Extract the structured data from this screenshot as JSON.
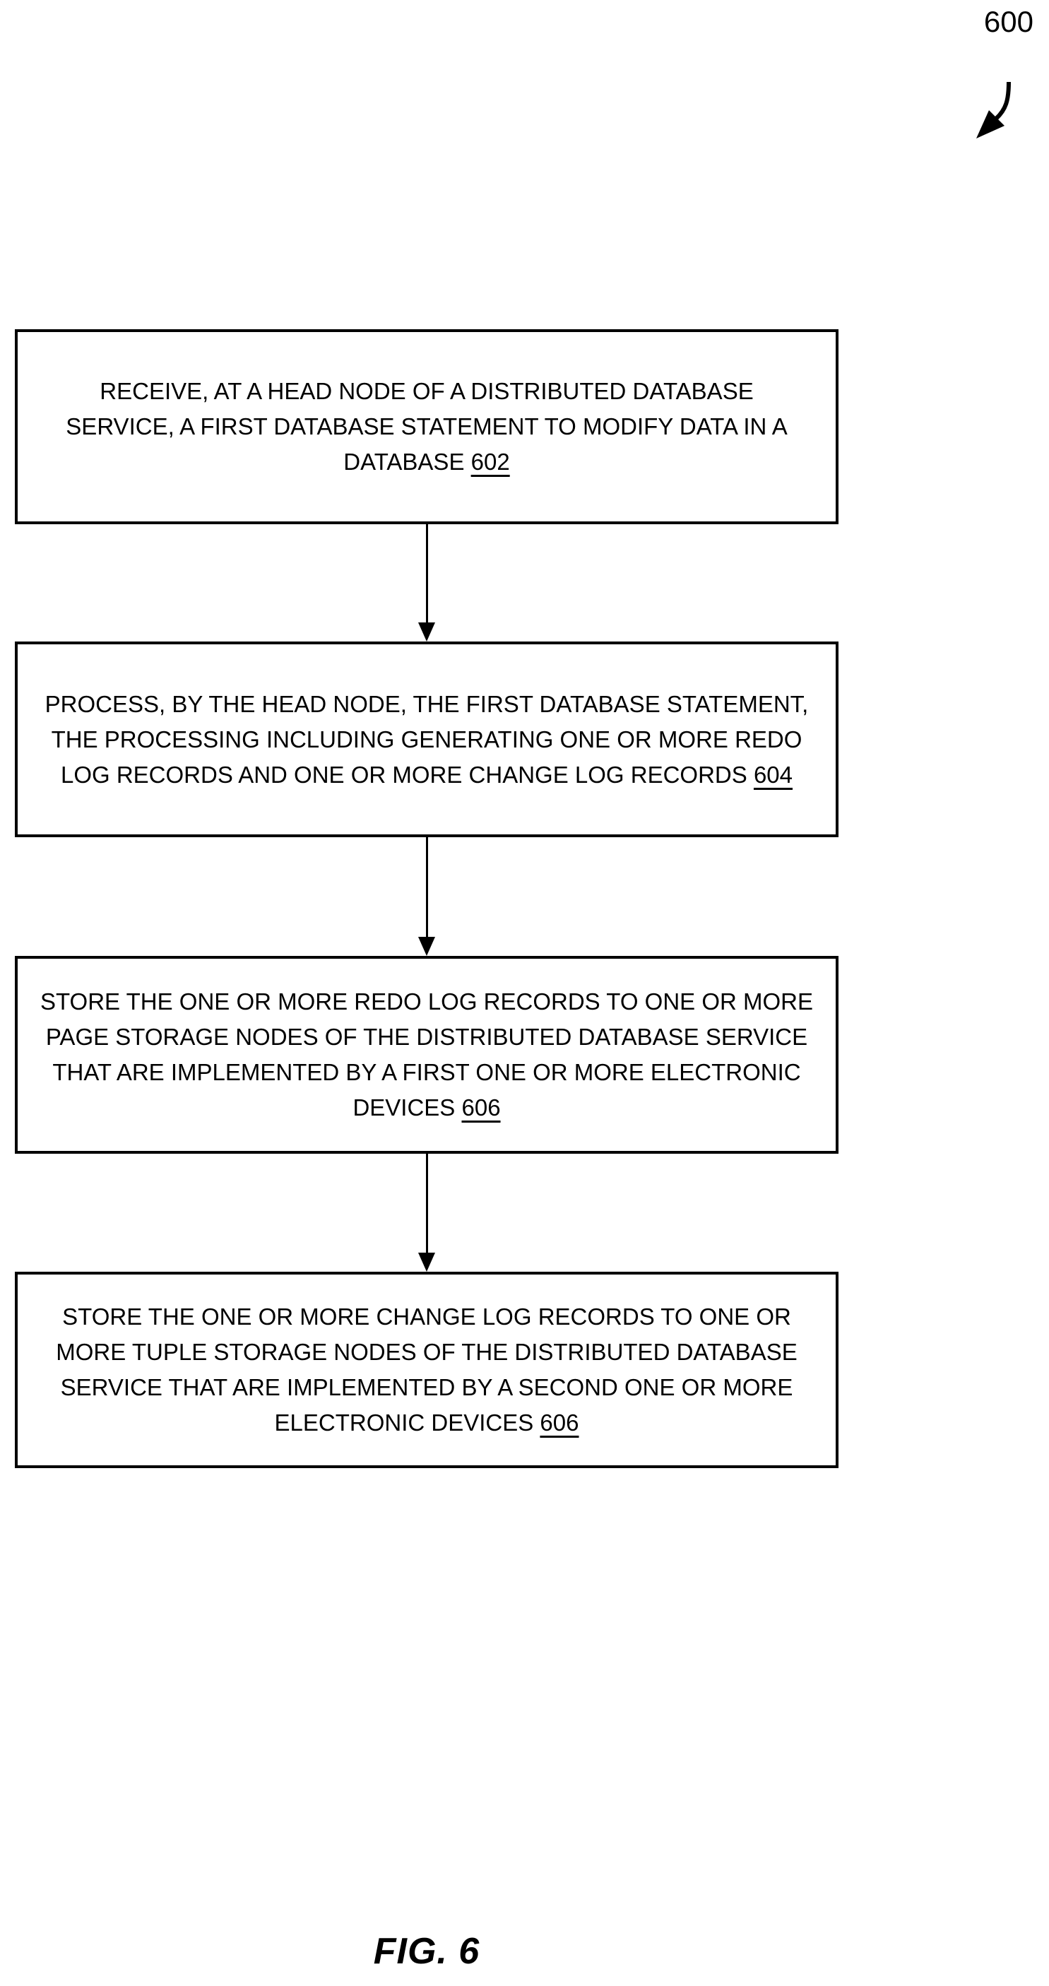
{
  "figure": {
    "reference_label": "600",
    "caption": "FIG. 6"
  },
  "flowchart": {
    "colors": {
      "line": "#000000",
      "background": "#ffffff",
      "text": "#000000"
    },
    "boxes": [
      {
        "lines": [
          "RECEIVE, AT A HEAD NODE OF A DISTRIBUTED DATABASE",
          "SERVICE, A FIRST DATABASE STATEMENT TO MODIFY DATA IN A",
          "DATABASE"
        ],
        "ref": "602"
      },
      {
        "lines": [
          "PROCESS, BY THE HEAD NODE, THE FIRST DATABASE STATEMENT,",
          "THE PROCESSING INCLUDING GENERATING ONE OR MORE REDO",
          "LOG RECORDS AND ONE OR MORE CHANGE LOG RECORDS"
        ],
        "ref": "604"
      },
      {
        "lines": [
          "STORE THE ONE OR MORE REDO LOG RECORDS TO ONE OR MORE",
          "PAGE STORAGE NODES OF THE DISTRIBUTED DATABASE SERVICE",
          "THAT ARE IMPLEMENTED BY A FIRST ONE OR MORE ELECTRONIC",
          "DEVICES"
        ],
        "ref": "606"
      },
      {
        "lines": [
          "STORE THE ONE OR MORE CHANGE LOG RECORDS TO ONE OR",
          "MORE TUPLE STORAGE NODES OF THE DISTRIBUTED DATABASE",
          "SERVICE THAT ARE IMPLEMENTED BY A SECOND ONE OR MORE",
          "ELECTRONIC DEVICES"
        ],
        "ref": "606"
      }
    ]
  }
}
